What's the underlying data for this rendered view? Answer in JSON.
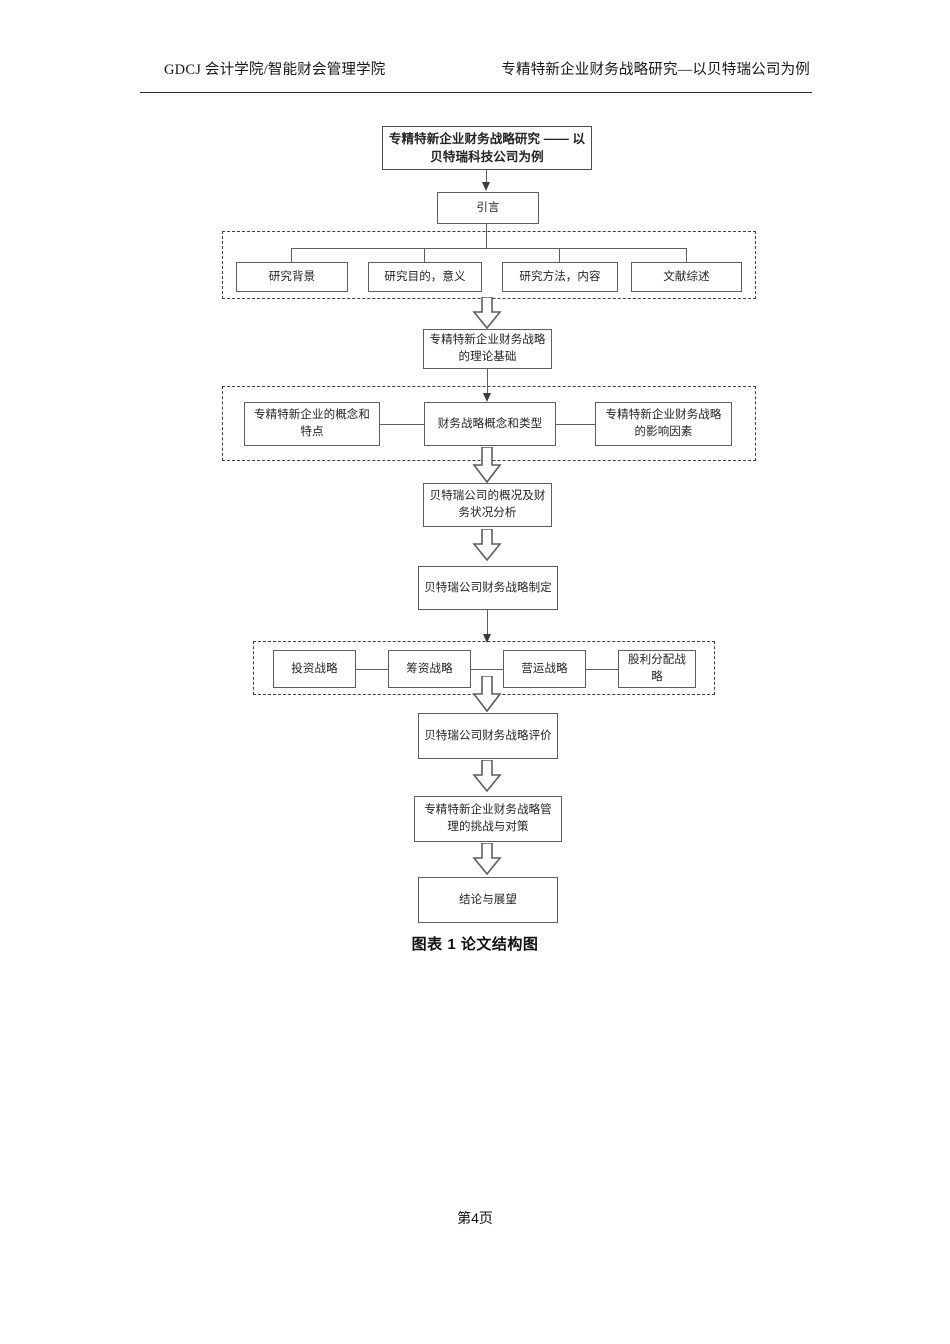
{
  "header": {
    "left": "GDCJ 会计学院/智能财会管理学院",
    "right": "专精特新企业财务战略研究—以贝特瑞公司为例"
  },
  "figure": {
    "caption": "图表 1 论文结构图",
    "nodes": {
      "title": "专精特新企业财务战略研究 —— 以贝特瑞科技公司为例",
      "intro": "引言",
      "intro_children": [
        "研究背景",
        "研究目的，意义",
        "研究方法，内容",
        "文献综述"
      ],
      "theory": "专精特新企业财务战略的理论基础",
      "theory_children": [
        "专精特新企业的概念和特点",
        "财务战略概念和类型",
        "专精特新企业财务战略的影响因素"
      ],
      "company_overview": "贝特瑞公司的概况及财务状况分析",
      "strategy_formulation": "贝特瑞公司财务战略制定",
      "strategy_children": [
        "投资战略",
        "筹资战略",
        "营运战略",
        "股利分配战略"
      ],
      "strategy_evaluation": "贝特瑞公司财务战略评价",
      "challenges": "专精特新企业财务战略管理的挑战与对策",
      "conclusion": "结论与展望"
    }
  },
  "footer": {
    "page_label": "第4页"
  }
}
